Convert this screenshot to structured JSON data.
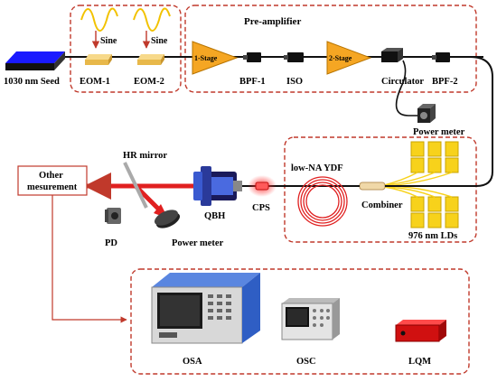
{
  "labels": {
    "seed": "1030 nm Seed",
    "eom1": "EOM-1",
    "eom2": "EOM-2",
    "sine1": "Sine",
    "sine2": "Sine",
    "preamp": "Pre-amplifier",
    "stage1": "1-Stage",
    "stage2": "2-Stage",
    "bpf1": "BPF-1",
    "iso": "ISO",
    "circulator": "Circulator",
    "bpf2": "BPF-2",
    "power_meter_top": "Power meter",
    "low_na": "low-NA YDF",
    "combiner": "Combiner",
    "lds": "976 nm LDs",
    "cps": "CPS",
    "qbh": "QBH",
    "hr_mirror": "HR mirror",
    "other_measurement": [
      "Other",
      "mesurement"
    ],
    "pd": "PD",
    "power_meter_mid": "Power meter",
    "osa": "OSA",
    "osc": "OSC",
    "lqm": "LQM"
  },
  "colors": {
    "box_dash": "#c0392b",
    "beam": "#e02020",
    "amplifier": "#f5a623",
    "sine_wave": "#f2c200",
    "seed_blue": "#1a1aff",
    "ld_yellow": "#f7d21b",
    "osa_blue": "#2f5ec4",
    "lqm_red": "#d01010"
  }
}
